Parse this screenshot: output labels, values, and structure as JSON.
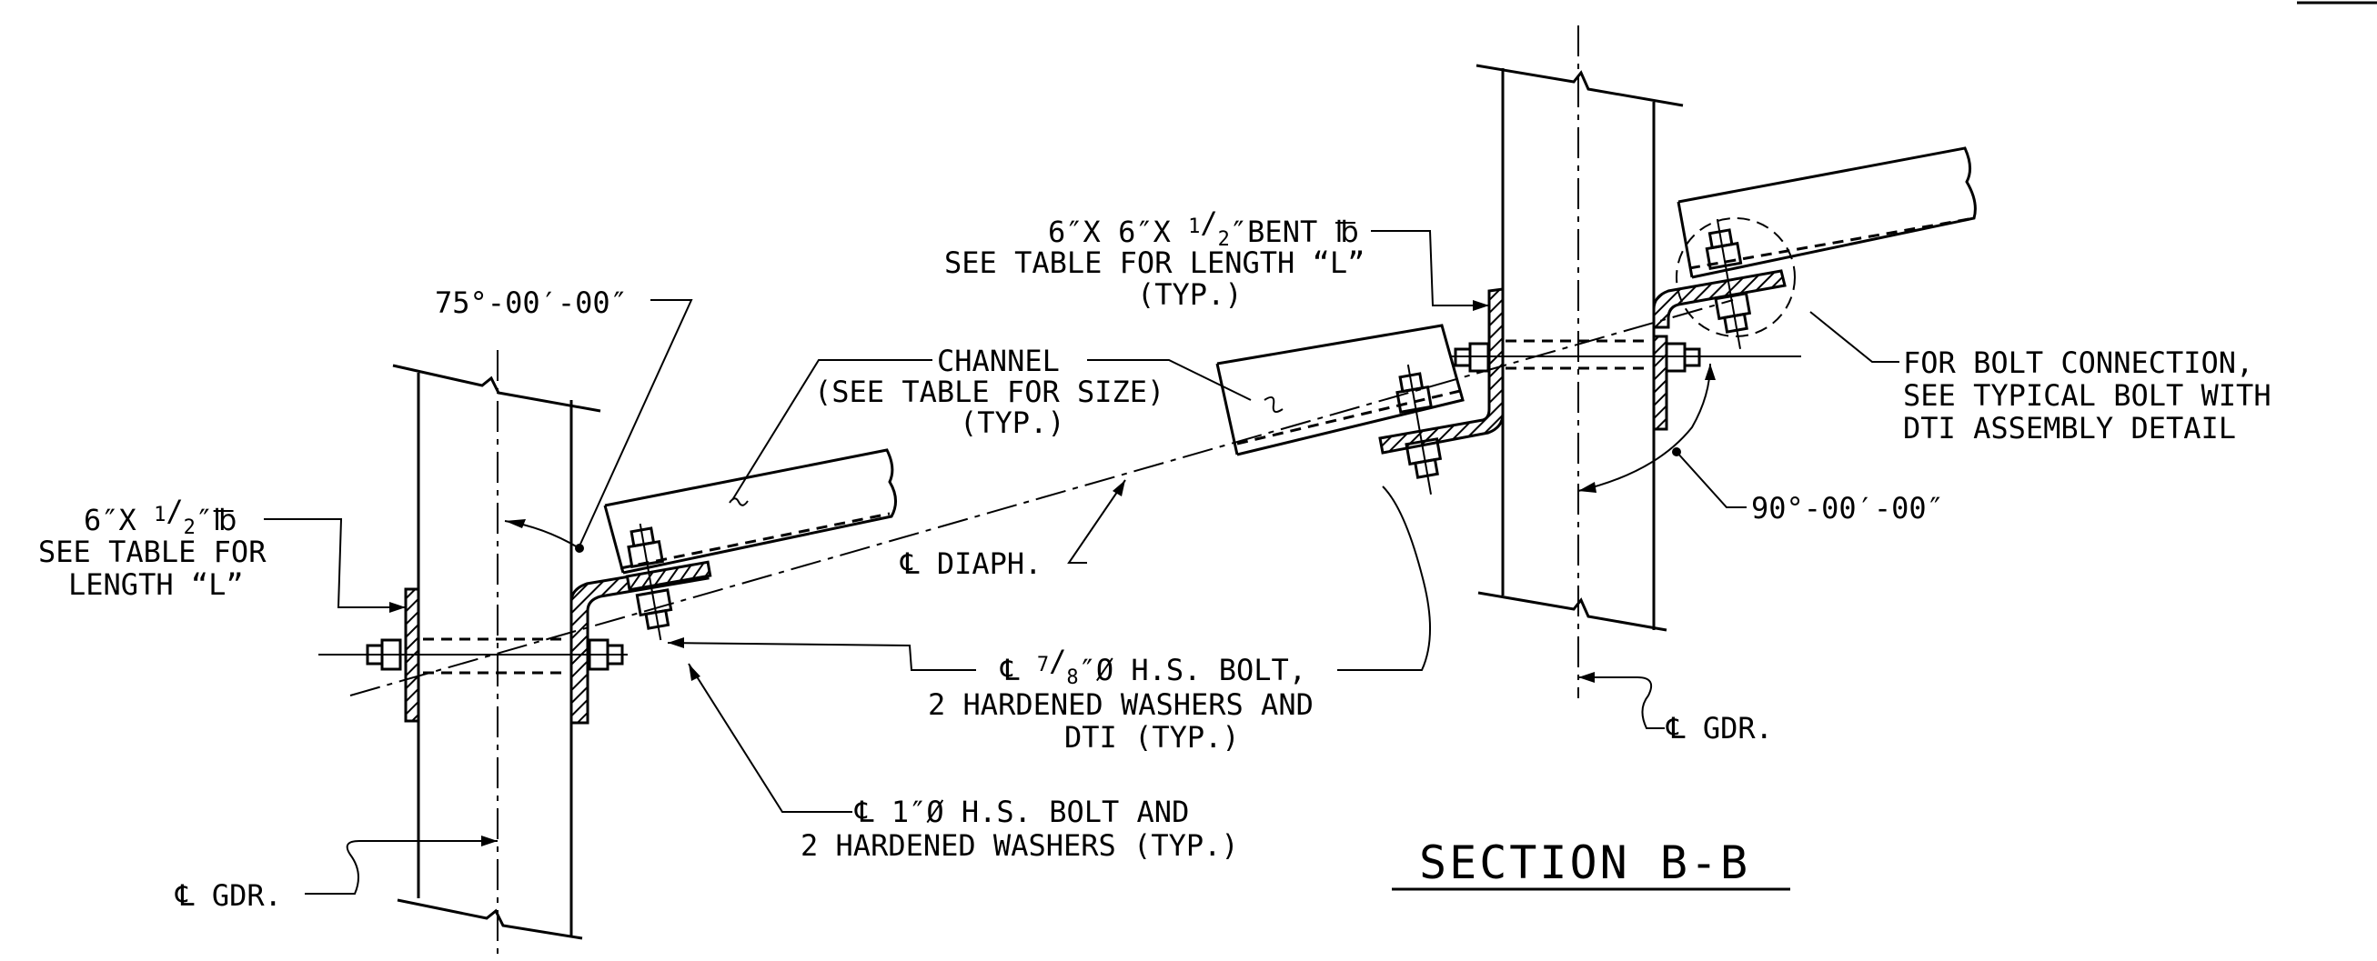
{
  "section_title": "SECTION B-B",
  "labels": {
    "angle_75": "75°-00′-00″",
    "channel_1": "CHANNEL",
    "channel_2": "(SEE TABLE FOR SIZE)",
    "channel_3": "(TYP.)",
    "plate_left_1a": "6″X ",
    "plate_left_1b": "″",
    "plate_left_2": "SEE TABLE FOR",
    "plate_left_3": "LENGTH “L”",
    "bent_plate_1a": "6″X 6″X ",
    "bent_plate_1b": "″BENT ",
    "bent_plate_2": "SEE TABLE FOR LENGTH “L”",
    "bent_plate_3": "(TYP.)",
    "diaph_cl": "DIAPH.",
    "bolt_78_1a": "″Ø H.S. BOLT,",
    "bolt_78_2": "2 HARDENED WASHERS AND",
    "bolt_78_3": "DTI (TYP.)",
    "bolt_1_1": "1″Ø H.S. BOLT AND",
    "bolt_1_2": "2 HARDENED WASHERS (TYP.)",
    "gdr_left": "GDR.",
    "gdr_right": "GDR.",
    "bolt_conn_1": "FOR BOLT CONNECTION,",
    "bolt_conn_2": "SEE TYPICAL BOLT WITH",
    "bolt_conn_3": "DTI ASSEMBLY DETAIL",
    "angle_90": "90°-00′-00″"
  },
  "symbols": {
    "centerline": "℄",
    "plate": "℔",
    "frac_num_half": "1",
    "frac_den_half": "2",
    "frac_num_78": "7",
    "frac_den_78": "8"
  }
}
